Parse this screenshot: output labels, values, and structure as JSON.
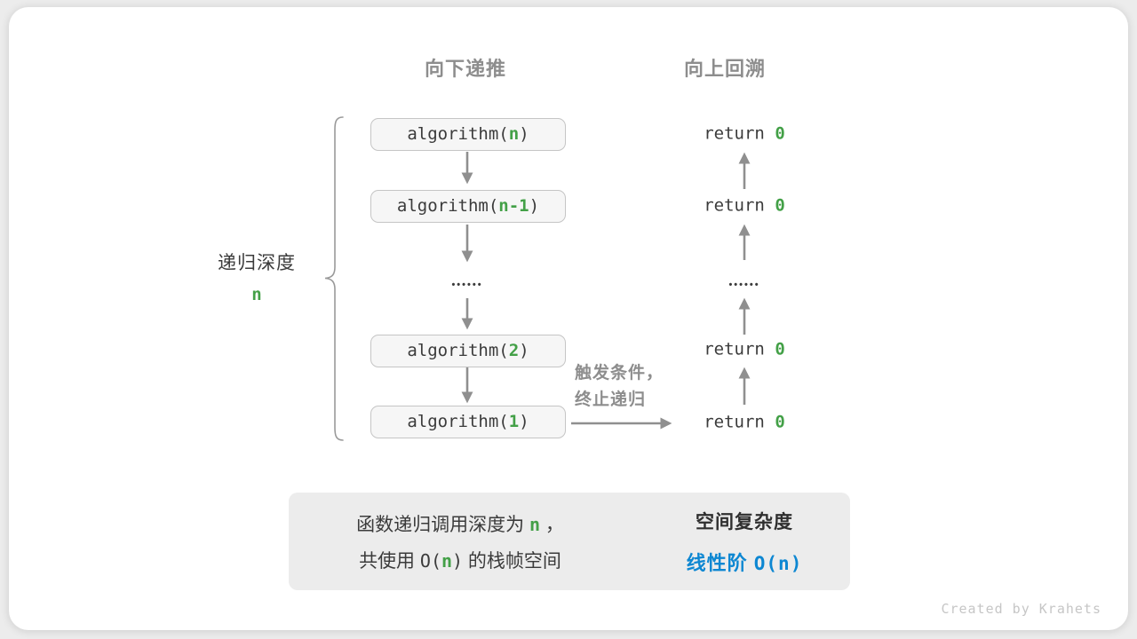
{
  "colors": {
    "accent_green": "#43a047",
    "accent_blue": "#0d87d2",
    "arrow_gray": "#8f8f8f"
  },
  "headers": {
    "down": "向下递推",
    "up": "向上回溯"
  },
  "depth": {
    "label": "递归深度",
    "var": "n"
  },
  "stack": [
    {
      "pre": "algorithm(",
      "arg": "n",
      "post": ")"
    },
    {
      "pre": "algorithm(",
      "arg": "n-1",
      "post": ")"
    },
    {
      "pre": "algorithm(",
      "arg": "2",
      "post": ")"
    },
    {
      "pre": "algorithm(",
      "arg": "1",
      "post": ")"
    }
  ],
  "returns": [
    {
      "pre": "return ",
      "val": "0"
    },
    {
      "pre": "return ",
      "val": "0"
    },
    {
      "pre": "return ",
      "val": "0"
    },
    {
      "pre": "return ",
      "val": "0"
    }
  ],
  "ellipsis": "••••••",
  "trigger": {
    "line1": "触发条件，",
    "line2": "终止递归"
  },
  "summary": {
    "line1_pre": "函数递归调用深度为 ",
    "line1_var": "n",
    "line1_post": " ，",
    "line2_pre": "共使用 ",
    "line2_o_open": "O(",
    "line2_var": "n",
    "line2_o_close": ")",
    "line2_post": " 的栈帧空间",
    "result_title": "空间复杂度",
    "result_label": "线性阶 ",
    "result_o_open": "O(",
    "result_var": "n",
    "result_o_close": ")"
  },
  "credit": "Created by Krahets"
}
